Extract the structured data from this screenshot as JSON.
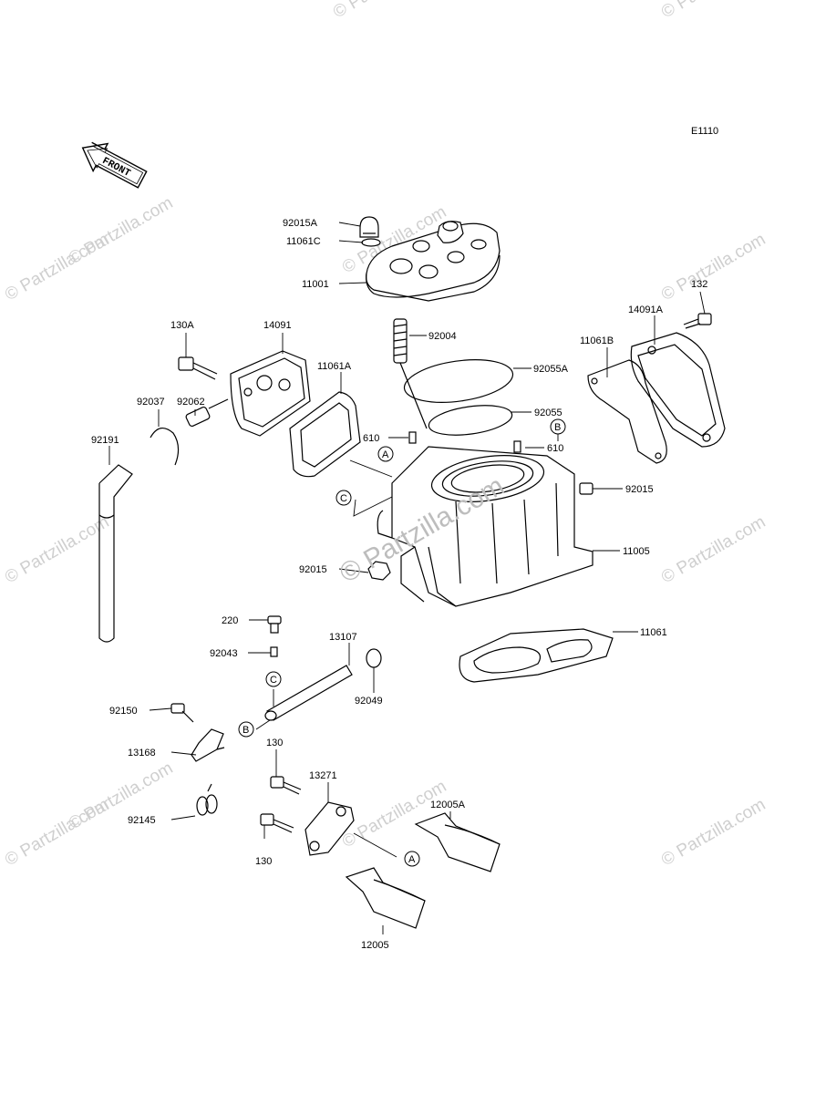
{
  "diagram_code": "E1110",
  "front_arrow_label": "FRONT",
  "watermark": {
    "text": "© Partzilla.com",
    "center_text": "© Partzilla.com"
  },
  "refs": {
    "a": "A",
    "b": "B",
    "c": "C"
  },
  "parts": {
    "p92015A": "92015A",
    "p11061C": "11061C",
    "p11001": "11001",
    "p92004": "92004",
    "p92055A": "92055A",
    "p92055": "92055",
    "p132": "132",
    "p14091A": "14091A",
    "p11061B": "11061B",
    "p130A": "130A",
    "p14091": "14091",
    "p11061A": "11061A",
    "p92037": "92037",
    "p92062": "92062",
    "p92191": "92191",
    "p610a": "610",
    "p610b": "610",
    "p92015r": "92015",
    "p92015l": "92015",
    "p11005": "11005",
    "p11061": "11061",
    "p220": "220",
    "p13107": "13107",
    "p92043": "92043",
    "p92049": "92049",
    "p92150": "92150",
    "p13168": "13168",
    "p130a": "130",
    "p13271": "13271",
    "p12005A": "12005A",
    "p92145": "92145",
    "p130b": "130",
    "p12005": "12005"
  }
}
